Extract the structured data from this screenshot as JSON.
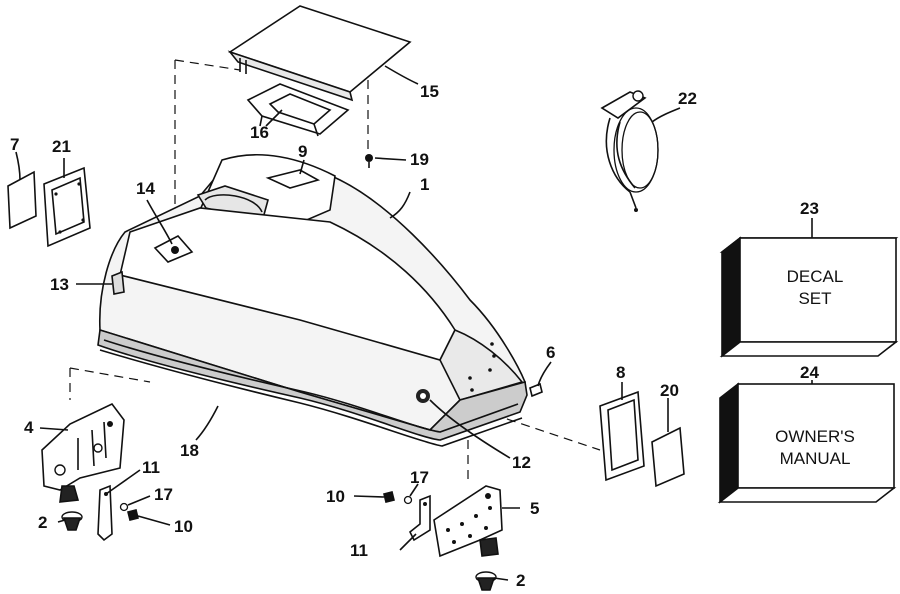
{
  "diagram": {
    "callouts": {
      "c1": "1",
      "c2a": "2",
      "c2b": "2",
      "c4": "4",
      "c5": "5",
      "c6": "6",
      "c7": "7",
      "c8": "8",
      "c9": "9",
      "c10a": "10",
      "c10b": "10",
      "c11a": "11",
      "c11b": "11",
      "c12": "12",
      "c13": "13",
      "c14": "14",
      "c15": "15",
      "c16": "16",
      "c17a": "17",
      "c17b": "17",
      "c18": "18",
      "c19": "19",
      "c20": "20",
      "c21": "21",
      "c22": "22",
      "c23": "23",
      "c24": "24"
    },
    "boxes": {
      "decal_line1": "DECAL",
      "decal_line2": "SET",
      "manual_line1": "OWNER'S",
      "manual_line2": "MANUAL"
    }
  }
}
